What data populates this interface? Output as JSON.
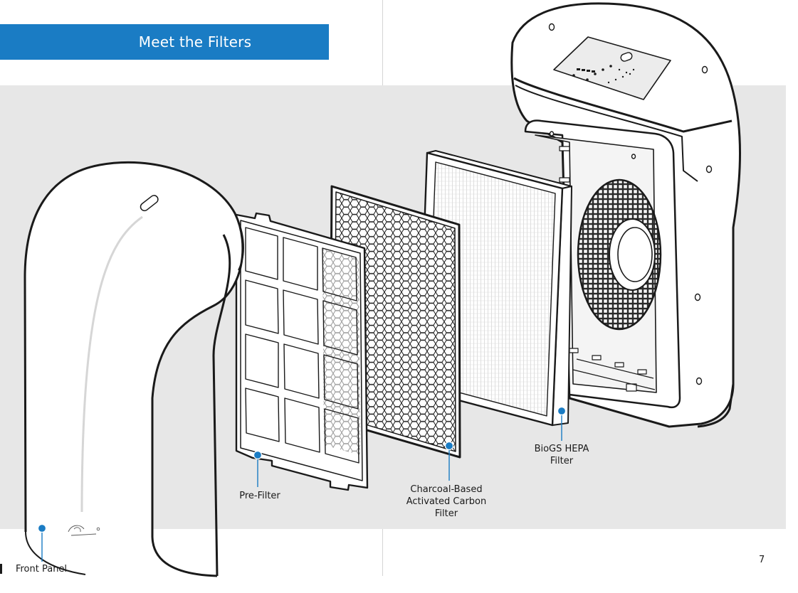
{
  "header": {
    "title": "Meet the Filters"
  },
  "labels": {
    "front_panel": "Front Panel",
    "pre_filter": "Pre-Filter",
    "carbon_filter": "Charcoal-Based\nActivated Carbon\nFilter",
    "hepa_filter": "BioGS HEPA\nFilter"
  },
  "footer": {
    "page_number": "7"
  },
  "colors": {
    "accent": "#1a7cc4",
    "panel_gray": "#e7e7e7",
    "line": "#1a1a1a"
  },
  "icons": {
    "callout": "callout-dot-icon",
    "brand": "brand-logo-icon"
  }
}
